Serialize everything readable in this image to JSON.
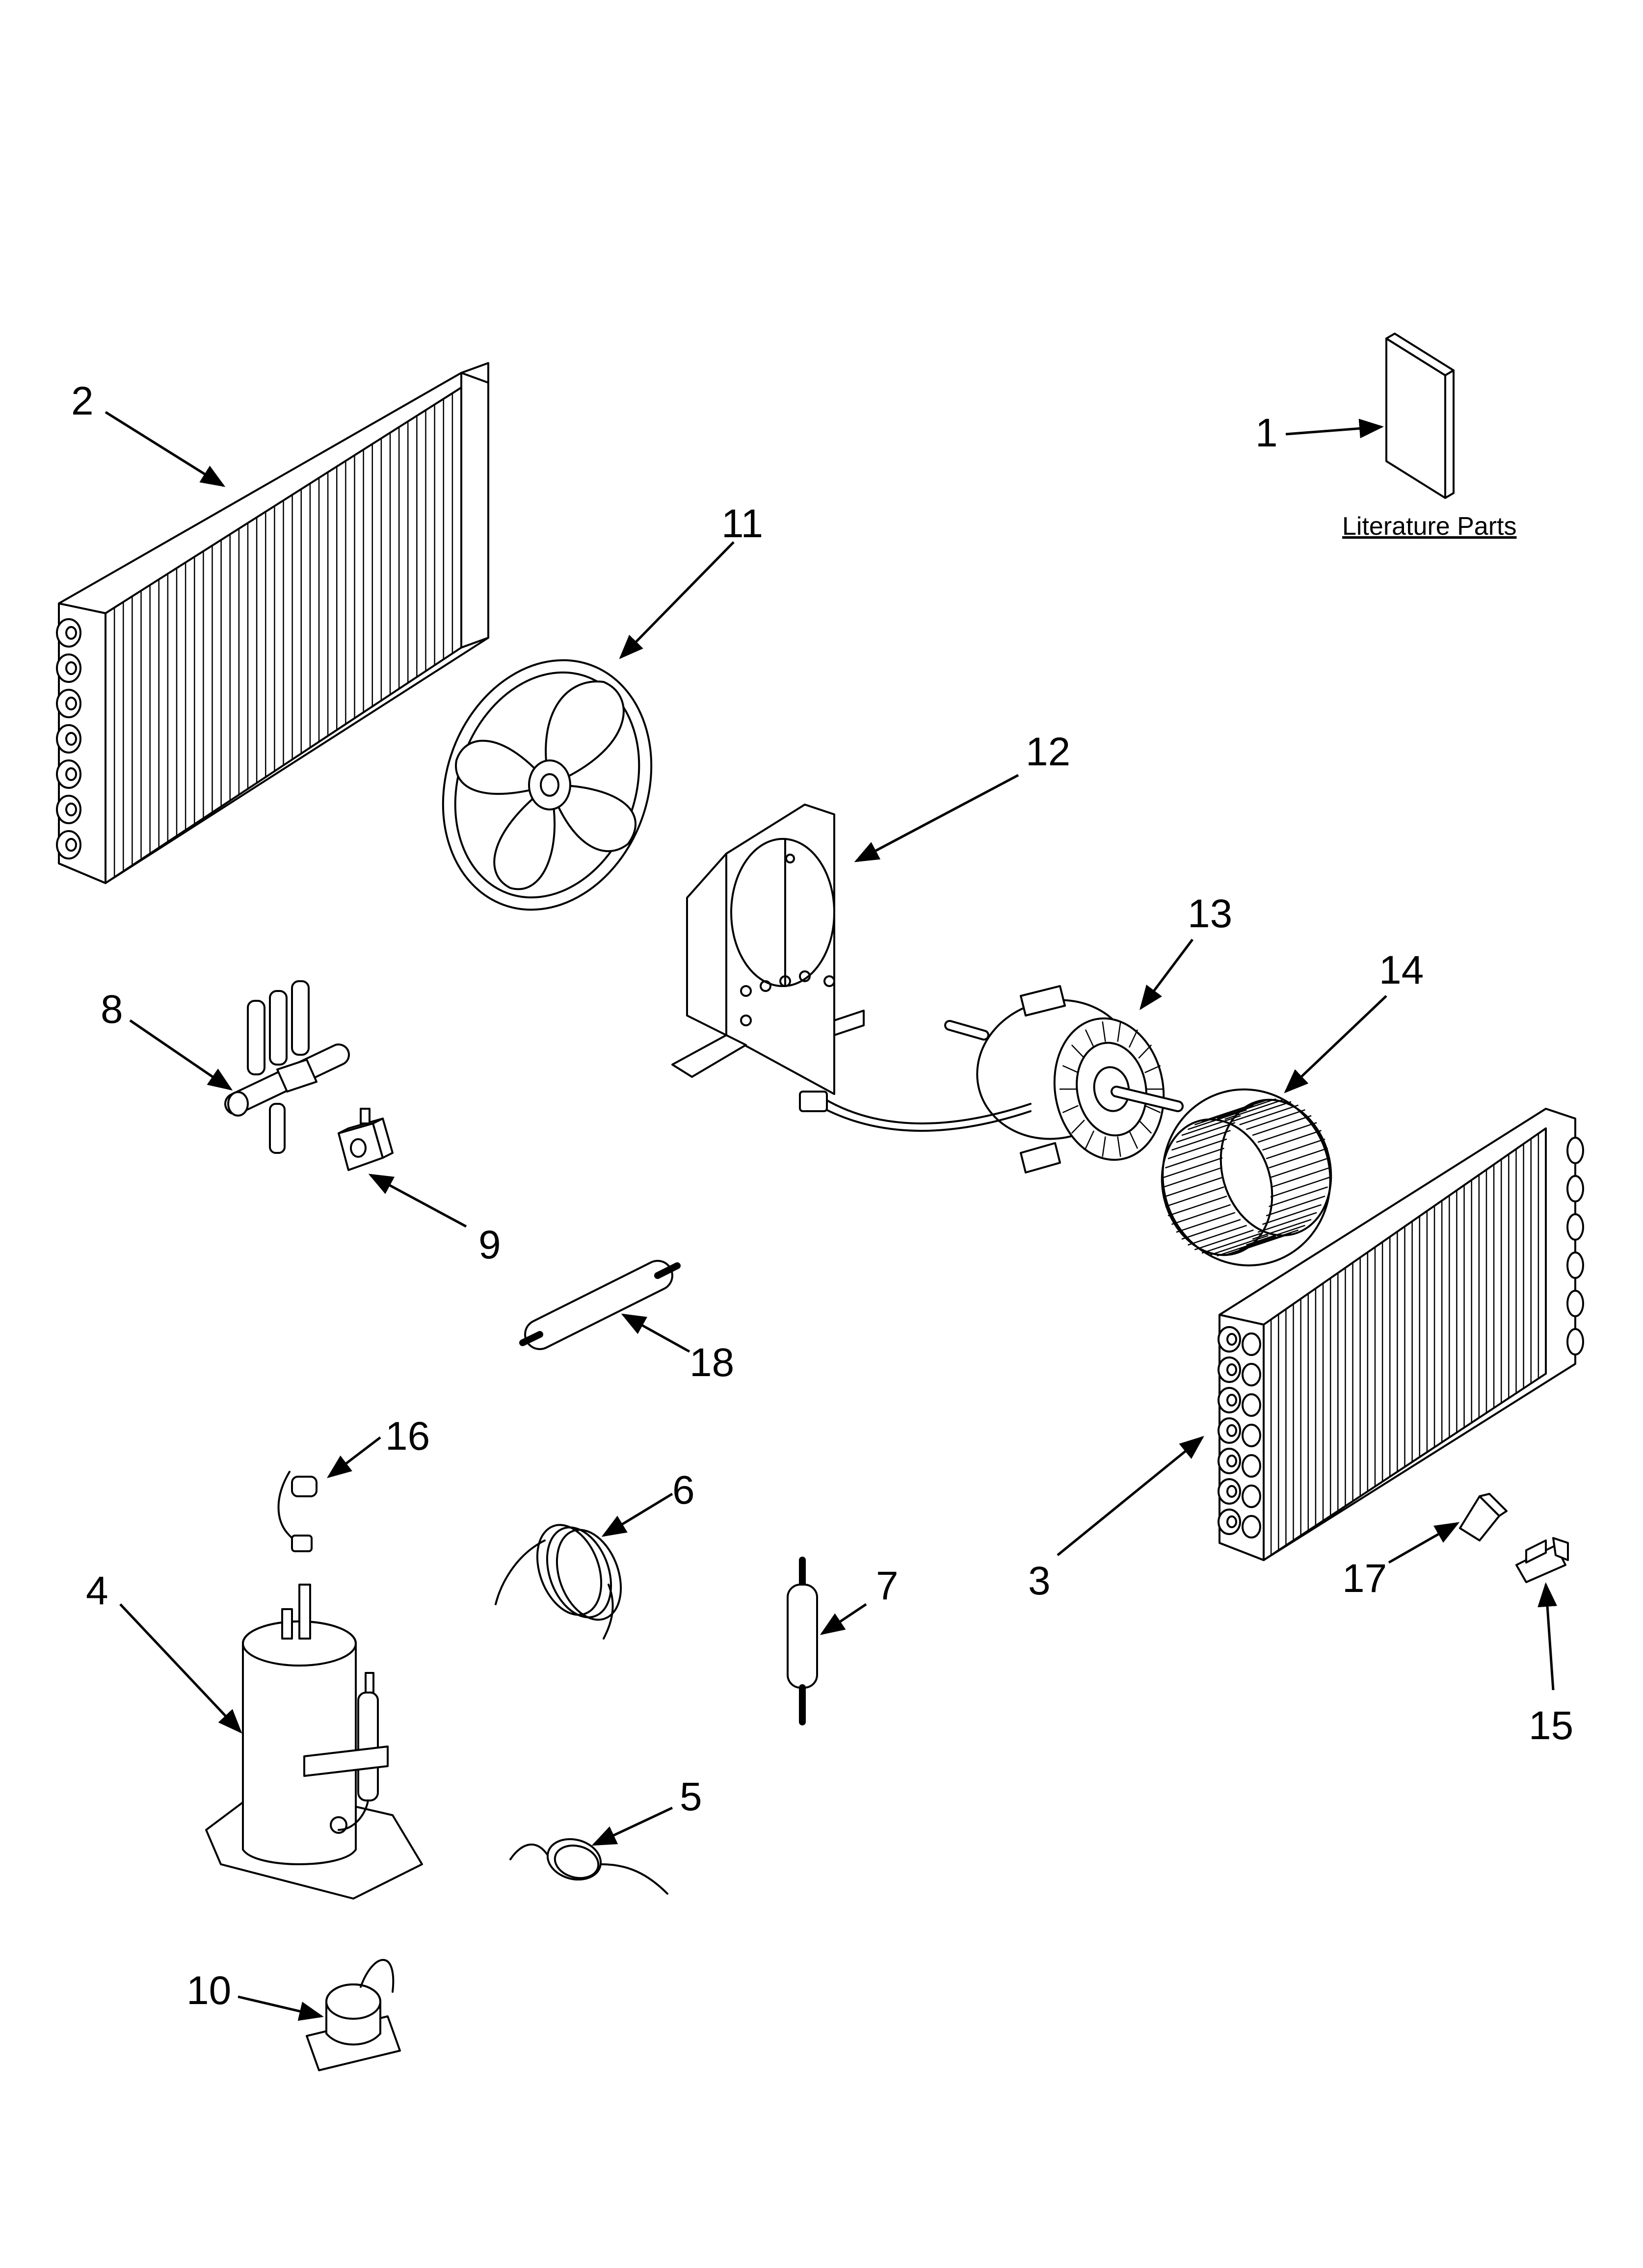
{
  "literature": {
    "label": "Literature Parts"
  },
  "callouts": [
    {
      "id": "1",
      "label": "1"
    },
    {
      "id": "2",
      "label": "2"
    },
    {
      "id": "3",
      "label": "3"
    },
    {
      "id": "4",
      "label": "4"
    },
    {
      "id": "5",
      "label": "5"
    },
    {
      "id": "6",
      "label": "6"
    },
    {
      "id": "7",
      "label": "7"
    },
    {
      "id": "8",
      "label": "8"
    },
    {
      "id": "9",
      "label": "9"
    },
    {
      "id": "10",
      "label": "10"
    },
    {
      "id": "11",
      "label": "11"
    },
    {
      "id": "12",
      "label": "12"
    },
    {
      "id": "13",
      "label": "13"
    },
    {
      "id": "14",
      "label": "14"
    },
    {
      "id": "15",
      "label": "15"
    },
    {
      "id": "16",
      "label": "16"
    },
    {
      "id": "17",
      "label": "17"
    },
    {
      "id": "18",
      "label": "18"
    }
  ]
}
